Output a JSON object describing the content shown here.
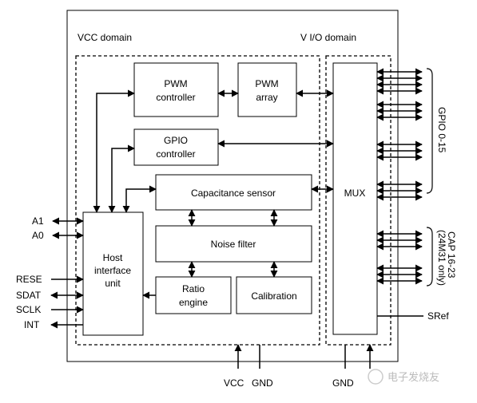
{
  "domains": {
    "vcc": "VCC domain",
    "vio": "V I/O domain"
  },
  "blocks": {
    "pwm_controller": [
      "PWM",
      "controller"
    ],
    "pwm_array": [
      "PWM",
      "array"
    ],
    "gpio_controller": [
      "GPIO",
      "controller"
    ],
    "capacitance_sensor": "Capacitance sensor",
    "noise_filter": "Noise filter",
    "host_interface": [
      "Host",
      "interface",
      "unit"
    ],
    "ratio_engine": [
      "Ratio",
      "engine"
    ],
    "calibration": "Calibration",
    "mux": "MUX"
  },
  "pins_left": [
    "A1",
    "A0",
    "RESE",
    "SDAT",
    "SCLK",
    "INT"
  ],
  "pins_bottom": {
    "vcc": "VCC",
    "gnd": "GND",
    "gnd2": "GND"
  },
  "right_labels": {
    "gpio": "GPIO 0-15",
    "cap": [
      "CAP 16-23",
      "(24M31 only)"
    ],
    "sref": "SRef"
  },
  "watermark": "电子发烧友"
}
